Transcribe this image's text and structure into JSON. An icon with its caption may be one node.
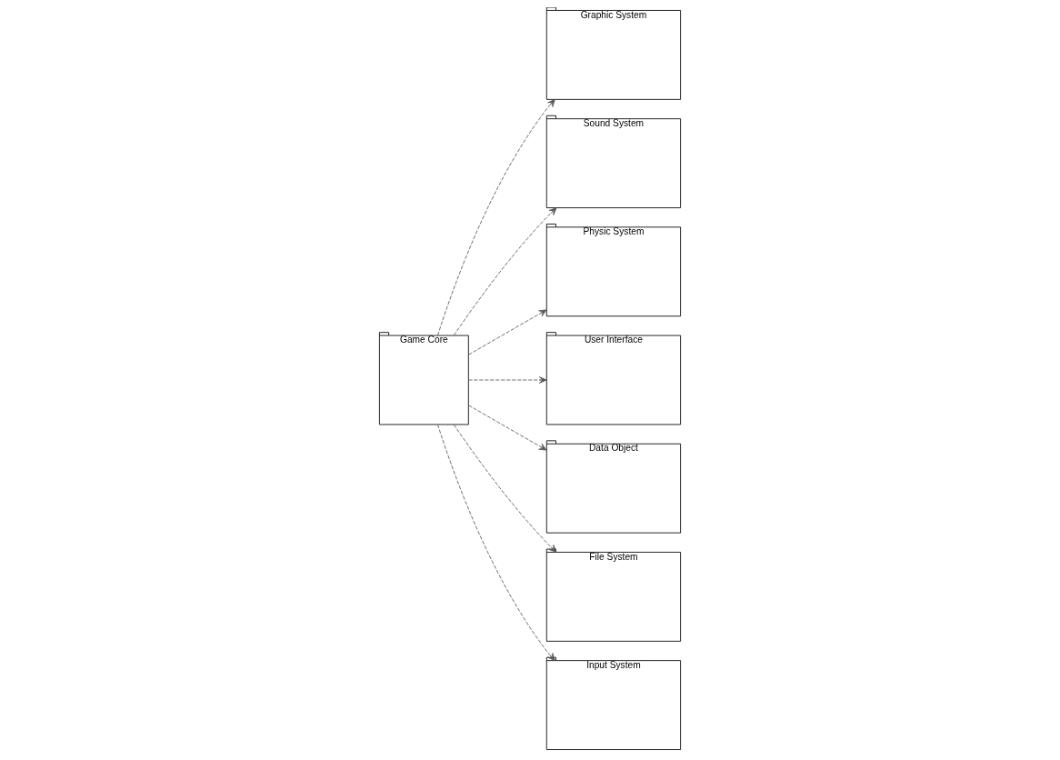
{
  "diagram": {
    "nodes": [
      {
        "text": [
          "Game Core"
        ]
      },
      {
        "text": [
          "Graphic System"
        ]
      },
      {
        "text": [
          "Sound System"
        ]
      },
      {
        "text": [
          "Physic System"
        ]
      },
      {
        "text": [
          "User Interface"
        ]
      },
      {
        "text": [
          "Data Object"
        ]
      },
      {
        "text": [
          "File System"
        ]
      },
      {
        "text": [
          "Input System"
        ]
      }
    ],
    "edges": [
      {
        "from": 0,
        "to": 1,
        "arrow": "to",
        "style": "dashed"
      },
      {
        "from": 0,
        "to": 2,
        "arrow": "to",
        "style": "dashed"
      },
      {
        "from": 0,
        "to": 3,
        "arrow": "to",
        "style": "dashed"
      },
      {
        "from": 0,
        "to": 4,
        "arrow": "to",
        "style": "dashed"
      },
      {
        "from": 0,
        "to": 7,
        "arrow": "to",
        "style": "dashed"
      },
      {
        "from": 0,
        "to": 6,
        "arrow": "to",
        "style": "dashed"
      },
      {
        "from": 0,
        "to": 5,
        "arrow": "to",
        "style": "dashed"
      }
    ]
  }
}
